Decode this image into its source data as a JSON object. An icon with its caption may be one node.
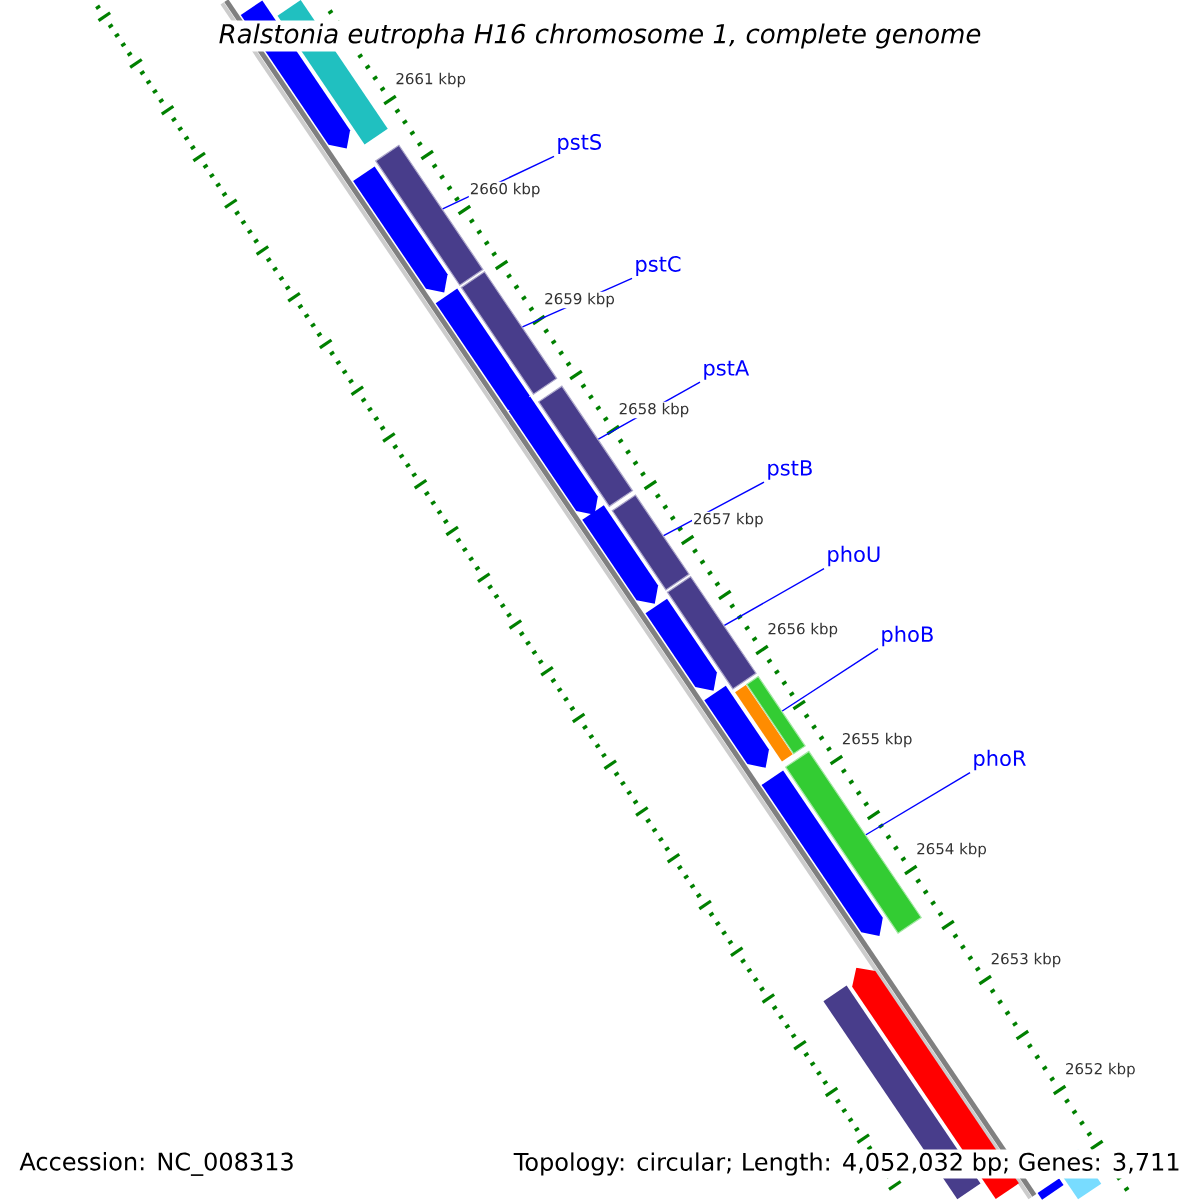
{
  "diagram": {
    "title": "Ralstonia eutropha H16 chromosome 1, complete genome",
    "nodes": [
      {
        "text": [
          "pstS"
        ]
      },
      {
        "text": [
          "pstC"
        ]
      },
      {
        "text": [
          "pstA"
        ]
      },
      {
        "text": [
          "pstB"
        ]
      },
      {
        "text": [
          "phoU"
        ]
      },
      {
        "text": [
          "phoB"
        ]
      },
      {
        "text": [
          "phoR"
        ]
      },
      {
        "text": [],
        "shape": "bar"
      },
      {
        "text": [],
        "shape": "bar"
      },
      {
        "text": [],
        "shape": "bar"
      },
      {
        "text": [],
        "shape": "bar"
      },
      {
        "text": [],
        "shape": "bar"
      },
      {
        "text": [],
        "shape": "bar"
      },
      {
        "text": [],
        "shape": "bar"
      },
      {
        "text": [],
        "shape": "bar"
      },
      {
        "text": [],
        "shape": "bar"
      },
      {
        "text": [],
        "shape": "bar"
      },
      {
        "text": [],
        "shape": "bar"
      },
      {
        "text": [],
        "shape": "bar"
      },
      {
        "text": [],
        "shape": "bar"
      },
      {
        "text": [],
        "shape": "bar"
      },
      {
        "text": [],
        "shape": "bar"
      },
      {
        "text": [],
        "shape": "bar"
      },
      {
        "text": [],
        "shape": "bar"
      },
      {
        "text": [],
        "shape": "bar"
      },
      {
        "text": [],
        "shape": "bar"
      },
      {
        "text": [],
        "shape": "bar"
      },
      {
        "text": [],
        "shape": "bar"
      }
    ],
    "edges": [
      {
        "from": 0,
        "to": 7,
        "arrow": "none"
      },
      {
        "from": 1,
        "to": 8,
        "arrow": "none"
      },
      {
        "from": 2,
        "to": 9,
        "arrow": "none"
      },
      {
        "from": 3,
        "to": 10,
        "arrow": "none"
      },
      {
        "from": 4,
        "to": 11,
        "arrow": "none"
      },
      {
        "from": 5,
        "to": 12,
        "arrow": "none"
      },
      {
        "from": 6,
        "to": 13,
        "arrow": "none"
      }
    ],
    "labels": [
      "2661 kbp",
      "2660 kbp",
      "2659 kbp",
      "2658 kbp",
      "2657 kbp",
      "2656 kbp",
      "2655 kbp",
      "2654 kbp",
      "2653 kbp",
      "2652 kbp",
      "Accession: NC_008313",
      "Topology: circular; Length: 4,052,032 bp; Genes: 3,711"
    ]
  }
}
